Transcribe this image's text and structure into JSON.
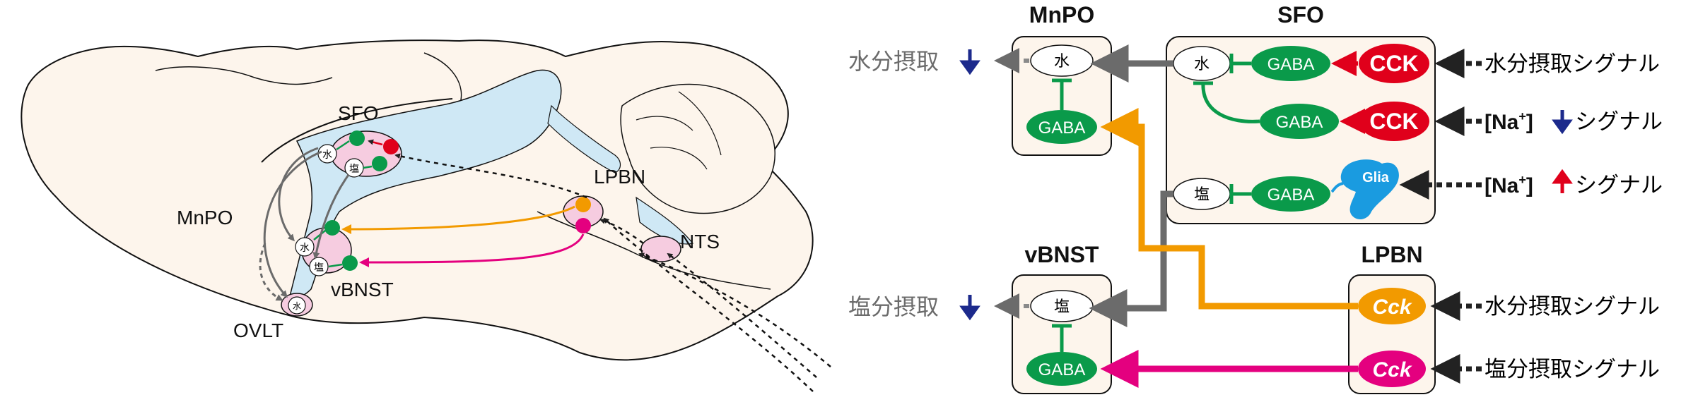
{
  "brain": {
    "labels": {
      "sfo": "SFO",
      "mnpo": "MnPO",
      "ovlt": "OVLT",
      "vbnst": "vBNST",
      "lpbn": "LPBN",
      "nts": "NTS"
    },
    "cells": {
      "water": "水",
      "salt": "塩"
    }
  },
  "circuit": {
    "regions": {
      "mnpo": "MnPO",
      "sfo": "SFO",
      "vbnst": "vBNST",
      "lpbn": "LPBN"
    },
    "neurons": {
      "water": "水",
      "salt": "塩",
      "gaba": "GABA",
      "cck_upper": "CCK",
      "cck_lower": "Cck",
      "glia": "Glia"
    },
    "outputs": {
      "water_intake": "水分摂取",
      "salt_intake": "塩分摂取"
    },
    "inputs": {
      "water_signal": "水分摂取シグナル",
      "na": "[Na",
      "na_sup": "+",
      "na_close": "]",
      "signal": "シグナル",
      "salt_signal": "塩分摂取シグナル"
    },
    "arrows": {
      "down": "down-arrow",
      "up": "up-arrow"
    }
  },
  "colors": {
    "region_fill": "#fdf5ec",
    "ventricle": "#cfe8f5",
    "gaba": "#0a9a4a",
    "cck_red": "#e0001b",
    "orange": "#f29a00",
    "magenta": "#e4007f",
    "glia": "#1a9be0",
    "grey": "#6b6b6b",
    "dark_blue": "#1c2a8c",
    "pink": "#f6cce0"
  }
}
